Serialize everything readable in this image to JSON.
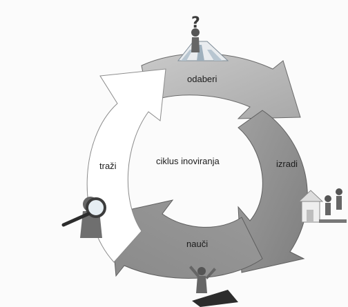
{
  "diagram": {
    "center_label": "ciklus inoviranja",
    "stages": [
      {
        "label": "odaberi",
        "icon": "question-fork-road-icon"
      },
      {
        "label": "izradi",
        "icon": "building-team-icon"
      },
      {
        "label": "nauči",
        "icon": "celebrating-figure-icon"
      },
      {
        "label": "traži",
        "icon": "magnifying-glass-figure-icon"
      }
    ],
    "colors": {
      "arrow_light": "#ffffff",
      "arrow_mid": "#b5b5b5",
      "arrow_dark": "#8f8f8f",
      "outline": "#6a6a6a"
    }
  }
}
